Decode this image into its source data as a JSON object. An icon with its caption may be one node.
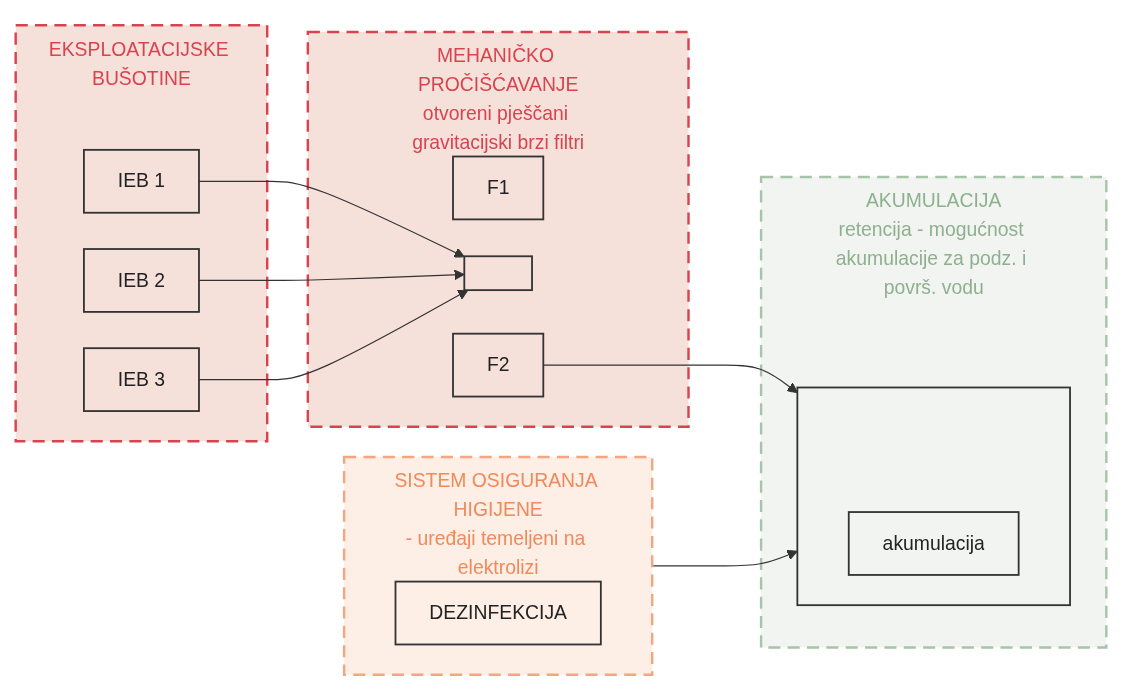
{
  "diagram": {
    "nodes": [
      {
        "text": [
          "EKSPLOATACIJSKE BUŠOTINE"
        ]
      },
      {
        "text": [
          "IEB 1"
        ],
        "in": 0
      },
      {
        "text": [
          "IEB 2"
        ],
        "in": 0
      },
      {
        "text": [
          "IEB 3"
        ],
        "in": 0
      },
      {
        "text": [
          "MEHANIČKO PROČIŠĆAVANJE",
          "otvoreni pješčani gravitacijski brzi filtri"
        ]
      },
      {
        "text": [
          "F1"
        ],
        "in": 4
      },
      {
        "text": [],
        "shape": "box",
        "in": 4
      },
      {
        "text": [
          "F2"
        ],
        "in": 4
      },
      {
        "text": [
          "SISTEM OSIGURANJA HIGIJENE",
          "- uređaji temeljeni na elektrolizi"
        ]
      },
      {
        "text": [
          "DEZINFEKCIJA"
        ],
        "in": 8
      },
      {
        "text": [
          "AKUMULACIJA",
          "retencija - mogućnost akumulacije za podz. i površ. vodu"
        ]
      },
      {
        "text": [],
        "shape": "box",
        "in": 10
      },
      {
        "text": [
          "akumulacija"
        ],
        "in": 11
      }
    ],
    "edges": [
      {
        "from": 1,
        "to": 6,
        "arrow": "to"
      },
      {
        "from": 2,
        "to": 6,
        "arrow": "to"
      },
      {
        "from": 3,
        "to": 6,
        "arrow": "to"
      },
      {
        "from": 7,
        "to": 11,
        "arrow": "to"
      },
      {
        "from": 8,
        "to": 11,
        "arrow": "to"
      }
    ]
  }
}
